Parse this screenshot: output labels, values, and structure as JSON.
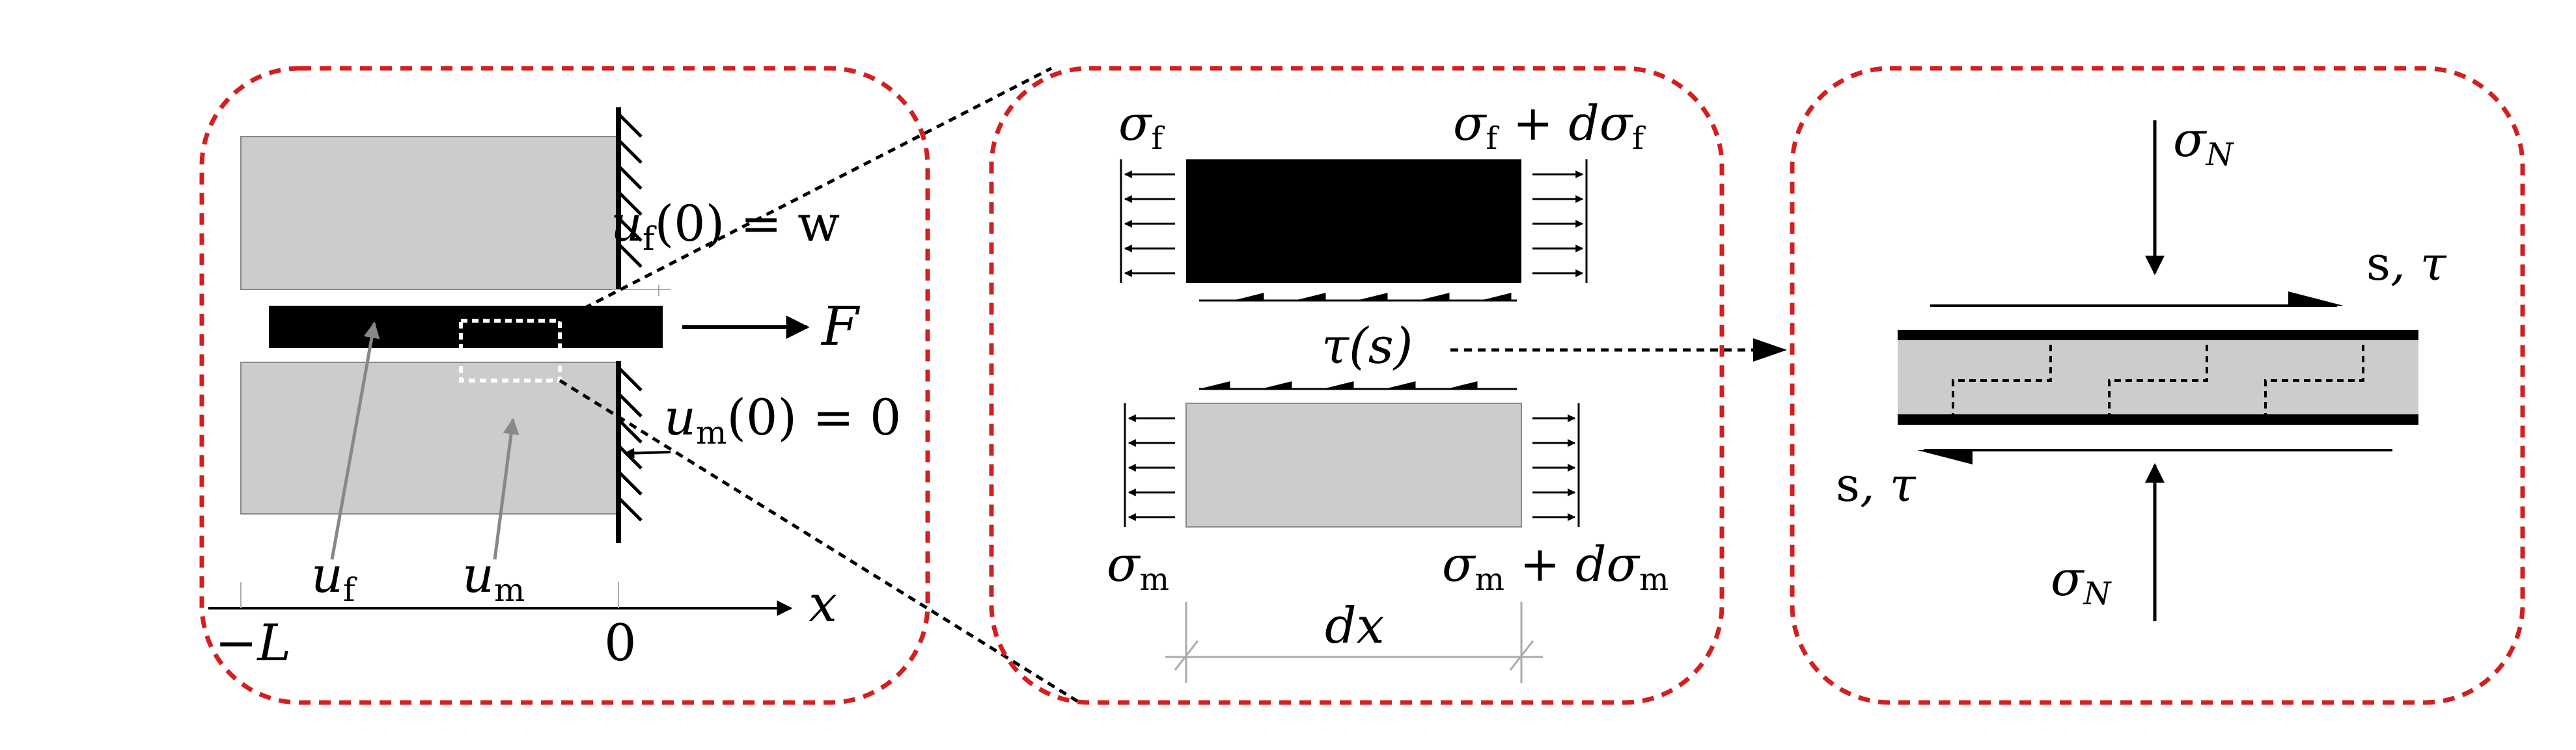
{
  "colors": {
    "frame": "#d31f1f",
    "gray_block": "#cccccc",
    "gray_stroke": "#888888",
    "fiber": "#000000",
    "dim_line": "#aaaaaa"
  },
  "panel1": {
    "bc_fiber": {
      "u": "u",
      "sub": "f",
      "rest": "(0) = w"
    },
    "bc_matrix": {
      "u": "u",
      "sub": "m",
      "rest": "(0) = 0"
    },
    "force": "F",
    "label_uf": {
      "u": "u",
      "sub": "f"
    },
    "label_um": {
      "u": "u",
      "sub": "m"
    },
    "axis_var": "x",
    "tick_left": "−L",
    "tick_zero": "0"
  },
  "panel2": {
    "sigma_f_left": {
      "s": "σ",
      "sub": "f"
    },
    "sigma_f_right": {
      "s": "σ",
      "sub": "f",
      "plus": " + dσ",
      "sub2": "f"
    },
    "tau_label": "τ(s)",
    "sigma_m_left": {
      "s": "σ",
      "sub": "m"
    },
    "sigma_m_right": {
      "s": "σ",
      "sub": "m",
      "plus": " + dσ",
      "sub2": "m"
    },
    "dx_label": "dx"
  },
  "panel3": {
    "sigma_n_top": {
      "s": "σ",
      "sub": "N"
    },
    "sigma_n_bottom": {
      "s": "σ",
      "sub": "N"
    },
    "slip_top": {
      "s": "s",
      "rest": ", τ"
    },
    "slip_bottom": {
      "s": "s",
      "rest": ", τ"
    }
  }
}
